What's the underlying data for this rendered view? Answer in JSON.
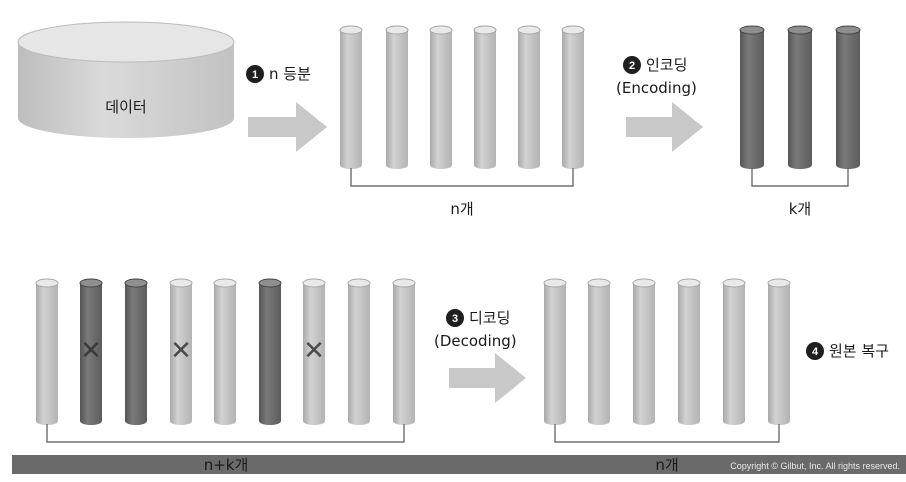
{
  "data_label": "데이터",
  "steps": [
    {
      "number": "1",
      "label": "n 등분"
    },
    {
      "number": "2",
      "label": "인코딩",
      "sublabel": "(Encoding)"
    },
    {
      "number": "3",
      "label": "디코딩",
      "sublabel": "(Decoding)"
    },
    {
      "number": "4",
      "label": "원본 복구"
    }
  ],
  "split_count_label": "n개",
  "encoded_count_label": "k개",
  "combined_count_label": "n+k개",
  "recovered_count_label": "n개",
  "lost_marker": "✕",
  "copyright": "Copyright © Gilbut, Inc. All rights reserved.",
  "colors": {
    "light_column": "#c4c4c4",
    "dark_column": "#6e6e6e",
    "arrow": "#c8c8c8",
    "data_drum": "#cfcfcf",
    "footer_bar": "#6a6a6a"
  },
  "combined_columns": [
    {
      "type": "light",
      "lost": false
    },
    {
      "type": "dark",
      "lost": true
    },
    {
      "type": "dark",
      "lost": false
    },
    {
      "type": "light",
      "lost": true
    },
    {
      "type": "light",
      "lost": false
    },
    {
      "type": "dark",
      "lost": false
    },
    {
      "type": "light",
      "lost": true
    },
    {
      "type": "light",
      "lost": false
    },
    {
      "type": "light",
      "lost": false
    }
  ]
}
